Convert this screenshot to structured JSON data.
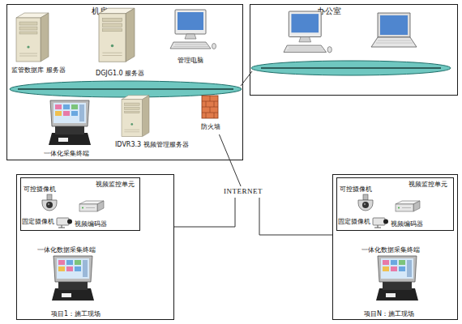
{
  "diagram": {
    "nodes": [
      {
        "text": [
          "机房"
        ]
      },
      {
        "text": [
          "监管数据库 服务器"
        ],
        "in": 0
      },
      {
        "text": [
          "DGJG1.0 服务器"
        ],
        "in": 0
      },
      {
        "text": [
          "管理电脑"
        ],
        "in": 0
      },
      {
        "text": [
          "一体化采集终端"
        ],
        "in": 0
      },
      {
        "text": [
          "IDVR3.3 视频管理服务器"
        ],
        "in": 0
      },
      {
        "text": [
          "防火墙"
        ],
        "in": 0
      },
      {
        "text": [
          "办公室"
        ]
      },
      {
        "text": [
          "INTERNET"
        ]
      },
      {
        "text": [
          "项目1：施工现场"
        ]
      },
      {
        "text": [
          "视频监控单元"
        ],
        "in": 9
      },
      {
        "text": [
          "可控摄像机"
        ],
        "in": 10
      },
      {
        "text": [
          "固定摄像机"
        ],
        "in": 10
      },
      {
        "text": [
          "视频编码器"
        ],
        "in": 10
      },
      {
        "text": [
          "一体化数据采集终端"
        ],
        "in": 9
      },
      {
        "text": [
          "项目N：施工现场"
        ]
      },
      {
        "text": [
          "视频监控单元"
        ],
        "in": 15
      },
      {
        "text": [
          "可控摄像机"
        ],
        "in": 16
      },
      {
        "text": [
          "固定摄像机"
        ],
        "in": 16
      },
      {
        "text": [
          "视频编码器"
        ],
        "in": 16
      },
      {
        "text": [
          "一体化数据采集终端"
        ],
        "in": 15
      }
    ],
    "edges": [
      {
        "from": 6,
        "to": 8,
        "arrow": "none"
      },
      {
        "from": 9,
        "to": 8,
        "arrow": "none"
      },
      {
        "from": 15,
        "to": 8,
        "arrow": "none"
      }
    ]
  }
}
